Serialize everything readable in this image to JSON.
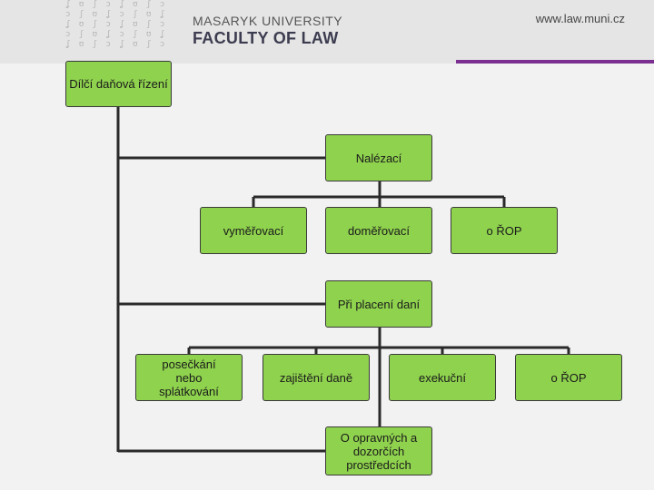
{
  "header": {
    "university": "MASARYK UNIVERSITY",
    "faculty": "FACULTY OF LAW",
    "url": "www.law.muni.cz",
    "accent_color": "#7b2f90"
  },
  "diagram": {
    "root": "Dílčí daňová řízení",
    "group1": {
      "title": "Nalézací",
      "children": [
        "vyměřovací",
        "doměřovací",
        "o ŘOP"
      ]
    },
    "group2": {
      "title": "Při placení daní",
      "children": [
        "posečkání nebo splátkování",
        "zajištění daně",
        "exekuční",
        "o ŘOP"
      ]
    },
    "extra": "O opravných a dozorčích prostředcích",
    "box_color": "#8fd24e"
  }
}
